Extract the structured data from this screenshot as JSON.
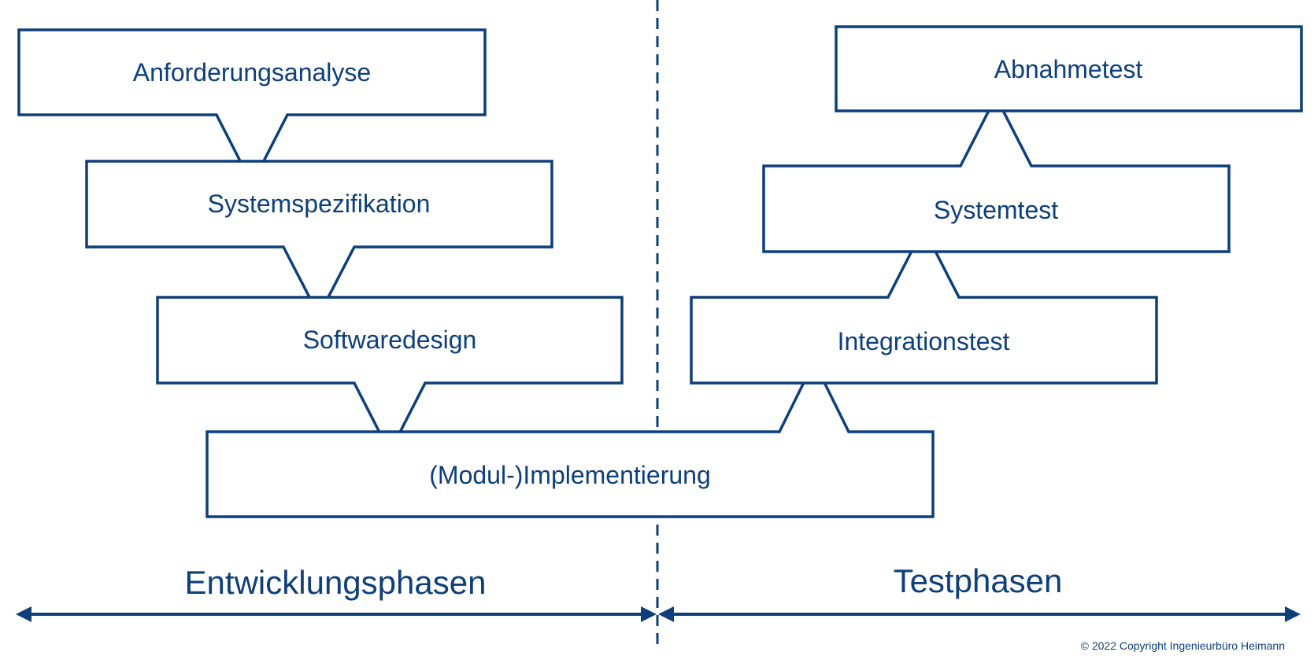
{
  "colors": {
    "primary": "#0d3f7a",
    "background": "#ffffff"
  },
  "development_steps": [
    {
      "label": "Anforderungsanalyse"
    },
    {
      "label": "Systemspezifikation"
    },
    {
      "label": "Softwaredesign"
    }
  ],
  "implementation": {
    "label": "(Modul-)Implementierung"
  },
  "test_steps": [
    {
      "label": "Integrationstest"
    },
    {
      "label": "Systemtest"
    },
    {
      "label": "Abnahmetest"
    }
  ],
  "phases": {
    "development": "Entwicklungsphasen",
    "test": "Testphasen"
  },
  "copyright": "© 2022 Copyright Ingenieurbüro Heimann"
}
